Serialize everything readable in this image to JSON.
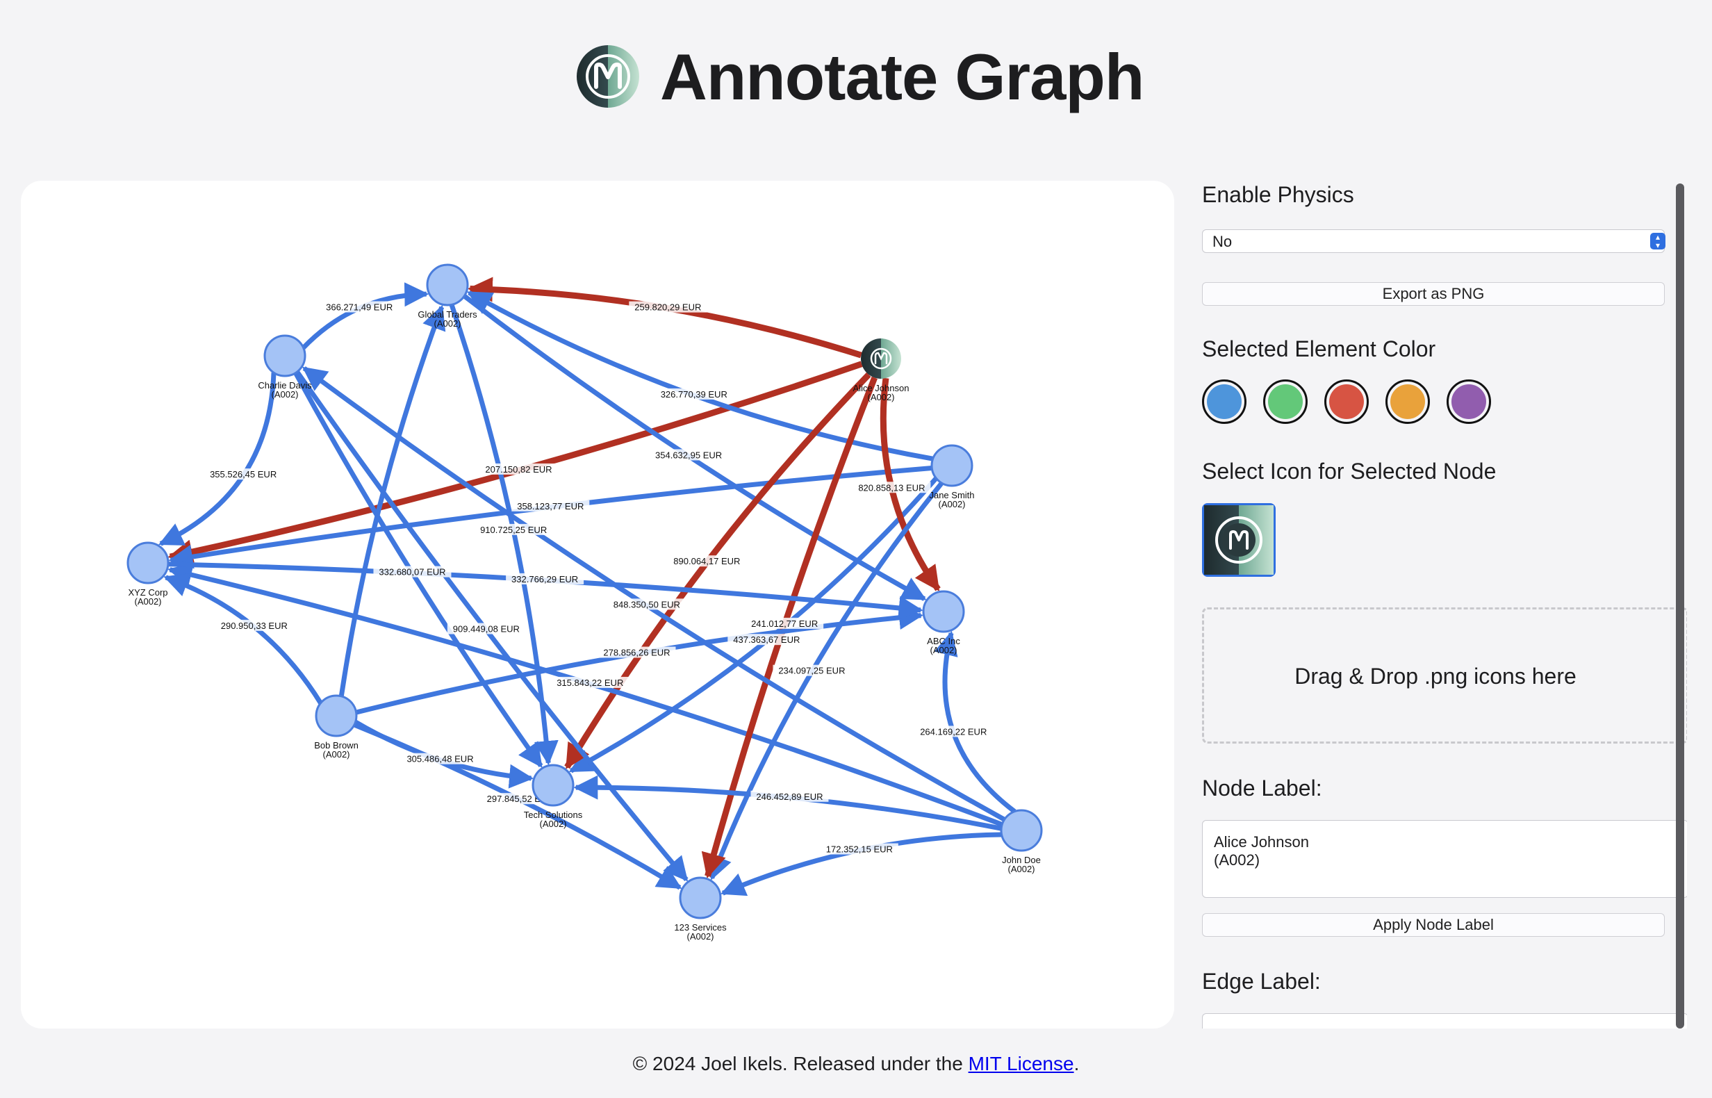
{
  "header": {
    "title": "Annotate Graph",
    "logo_icon": "m-logo-icon"
  },
  "graph": {
    "node_color": "#a4c3f6",
    "node_border": "#4a7ddc",
    "edge_color": "#3f77de",
    "selected_edge_color": "#b13022",
    "nodes": [
      {
        "id": "global",
        "label_name": "Global Traders",
        "label_code": "(A002)"
      },
      {
        "id": "charlie",
        "label_name": "Charlie Davis",
        "label_code": "(A002)"
      },
      {
        "id": "alice",
        "label_name": "Alice Johnson",
        "label_code": "(A002)",
        "icon": "m-logo-icon"
      },
      {
        "id": "jane",
        "label_name": "Jane Smith",
        "label_code": "(A002)"
      },
      {
        "id": "xyz",
        "label_name": "XYZ Corp",
        "label_code": "(A002)"
      },
      {
        "id": "abc",
        "label_name": "ABC Inc",
        "label_code": "(A002)"
      },
      {
        "id": "bob",
        "label_name": "Bob Brown",
        "label_code": "(A002)"
      },
      {
        "id": "tech",
        "label_name": "Tech Solutions",
        "label_code": "(A002)"
      },
      {
        "id": "john",
        "label_name": "John Doe",
        "label_code": "(A002)"
      },
      {
        "id": "s123",
        "label_name": "123 Services",
        "label_code": "(A002)"
      }
    ],
    "edge_labels": [
      "259.820,29 EUR",
      "366.271,49 EUR",
      "207.150,82 EUR",
      "326.770,39 EUR",
      "355.526,45 EUR",
      "354.632,95 EUR",
      "910.725,25 EUR",
      "358.123,77 EUR",
      "437.363,67 EUR",
      "820.858,13 EUR",
      "332.680,07 EUR",
      "890.064,17 EUR",
      "234.097,25 EUR",
      "909.449,08 EUR",
      "315.843,22 EUR",
      "290.950,33 EUR",
      "241.012,77 EUR",
      "278.856,26 EUR",
      "848.350,50 EUR",
      "246.452,89 EUR",
      "264.169,22 EUR",
      "305.486,48 EUR",
      "297.845,52 EUR",
      "172.352,15 EUR",
      "332.766,29 EUR"
    ]
  },
  "panel": {
    "physics": {
      "title": "Enable Physics",
      "value": "No"
    },
    "export_label": "Export as PNG",
    "color_title": "Selected Element Color",
    "colors": [
      "#4e95db",
      "#63c879",
      "#d75443",
      "#e9a23b",
      "#915dae"
    ],
    "icon_title": "Select Icon for Selected Node",
    "drop_label": "Drag & Drop .png icons here",
    "node_label_title": "Node Label:",
    "node_label_value": "Alice Johnson\n(A002)",
    "apply_label": "Apply Node Label",
    "edge_label_title": "Edge Label:"
  },
  "footer": {
    "prefix": "© 2024 Joel Ikels. Released under the ",
    "link": "MIT License",
    "suffix": "."
  }
}
